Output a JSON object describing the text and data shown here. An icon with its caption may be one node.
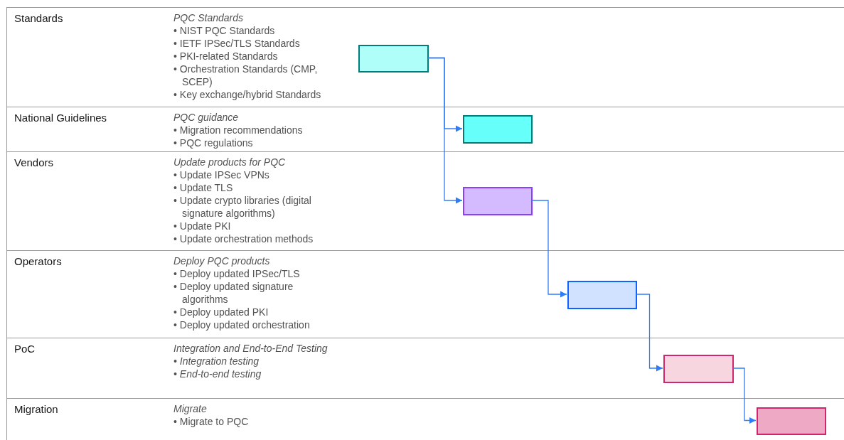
{
  "diagram": {
    "nodes": [
      {
        "text": [
          "Standards",
          "PQC Standards",
          "• NIST PQC Standards",
          "• IETF IPSec/TLS Standards",
          "• PKI-related Standards",
          "• Orchestration Standards (CMP, SCEP)",
          "• Key exchange/hybrid Standards"
        ]
      },
      {
        "text": [],
        "shape": "box",
        "in": 0
      },
      {
        "text": [
          "National Guidelines",
          "PQC guidance",
          "• Migration recommendations",
          "• PQC regulations"
        ]
      },
      {
        "text": [],
        "shape": "box",
        "in": 2
      },
      {
        "text": [
          "Vendors",
          "Update products for PQC",
          "• Update IPSec VPNs",
          "• Update TLS",
          "• Update crypto libraries (digital signature algorithms)",
          "• Update PKI",
          "• Update orchestration methods"
        ]
      },
      {
        "text": [],
        "shape": "box",
        "in": 4
      },
      {
        "text": [
          "Operators",
          "Deploy PQC products",
          "• Deploy updated IPSec/TLS",
          "• Deploy updated signature algorithms",
          "• Deploy updated PKI",
          "• Deploy updated orchestration"
        ]
      },
      {
        "text": [],
        "shape": "box",
        "in": 6
      },
      {
        "text": [
          "PoC",
          "Integration and End-to-End Testing",
          "• Integration testing",
          "• End-to-end testing"
        ]
      },
      {
        "text": [],
        "shape": "box",
        "in": 8
      },
      {
        "text": [
          "Migration",
          "Migrate",
          "• Migrate to PQC"
        ]
      },
      {
        "text": [],
        "shape": "box",
        "in": 10
      }
    ],
    "edges": [
      {
        "from": 1,
        "to": 3,
        "arrow": "to"
      },
      {
        "from": 1,
        "to": 5,
        "arrow": "to"
      },
      {
        "from": 5,
        "to": 7,
        "arrow": "to"
      },
      {
        "from": 7,
        "to": 9,
        "arrow": "to"
      },
      {
        "from": 9,
        "to": 11,
        "arrow": "to"
      }
    ]
  }
}
